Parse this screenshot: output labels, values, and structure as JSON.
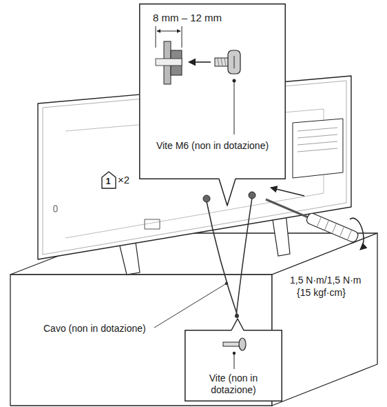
{
  "diagram": {
    "nodes": [
      {
        "text": [
          "8 mm – 12 mm",
          "Vite M6 (non in dotazione)"
        ]
      },
      {
        "text": [
          "1"
        ]
      },
      {
        "text": [
          "Vite (non in dotazione)"
        ]
      }
    ],
    "labels": [
      "×2",
      "1,5 N·m/1,5 N·m",
      "{15 kgf·cm}",
      "Cavo (non in dotazione)"
    ]
  }
}
